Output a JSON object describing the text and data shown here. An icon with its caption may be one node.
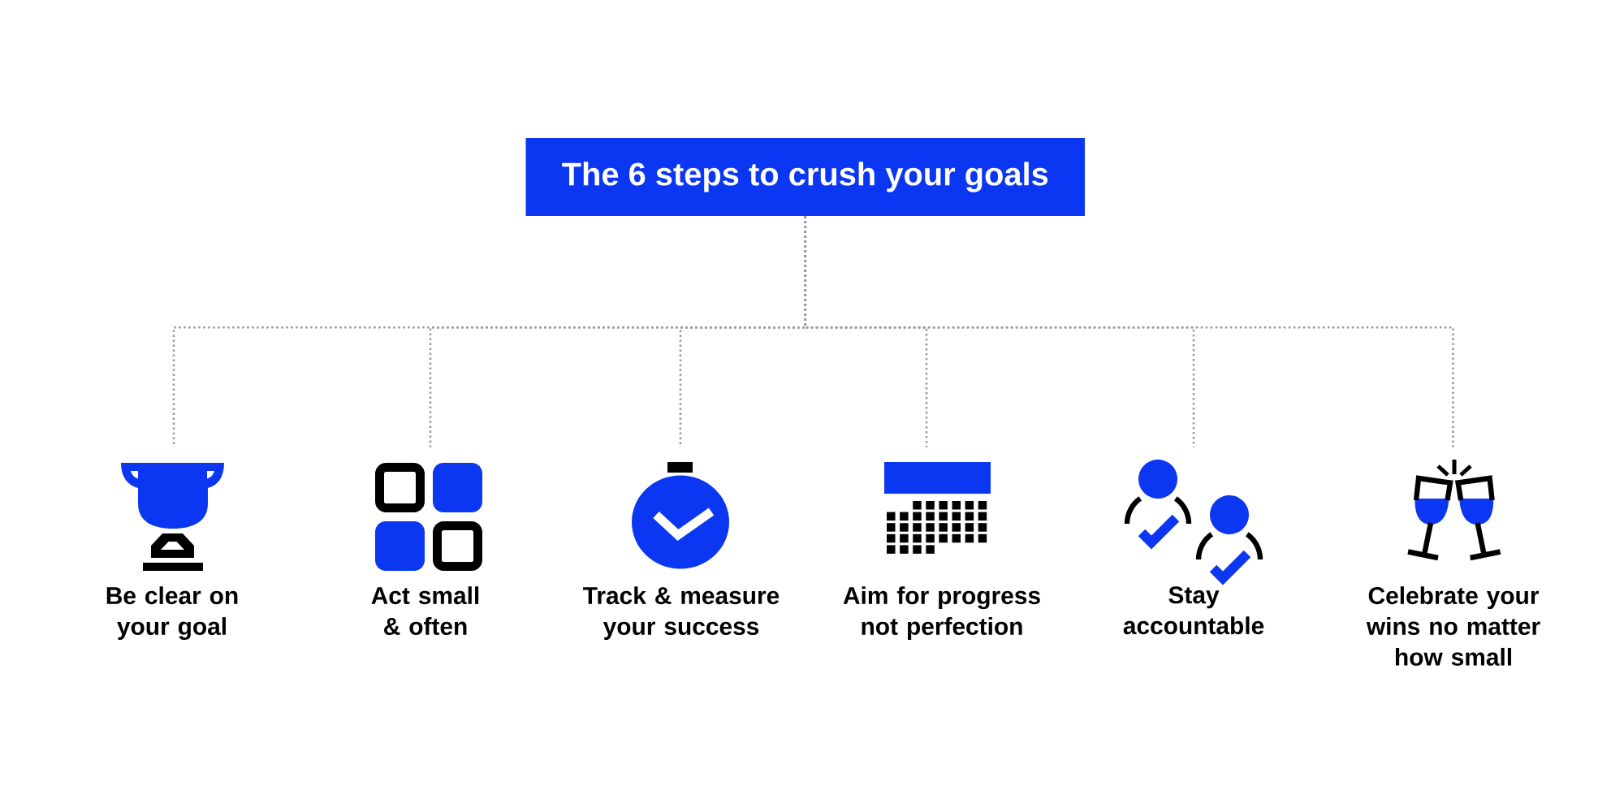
{
  "diagram": {
    "nodes": [
      {
        "text": [
          "The 6 steps to crush your goals"
        ]
      },
      {
        "text": [],
        "shape": "picture",
        "beside": [
          "Be clear on your goal"
        ]
      },
      {
        "text": [],
        "shape": "picture",
        "beside": [
          "Act small & often"
        ]
      },
      {
        "text": [],
        "shape": "picture",
        "beside": [
          "Track & measure your success"
        ]
      },
      {
        "text": [],
        "shape": "picture",
        "beside": [
          "Aim for progress not perfection"
        ]
      },
      {
        "text": [],
        "shape": "picture",
        "beside": [
          "Stay accountable"
        ]
      },
      {
        "text": [],
        "shape": "picture",
        "beside": [
          "Celebrate your wins no matter how small"
        ]
      }
    ],
    "edges": [
      {
        "from": 0,
        "to": 1,
        "arrow": "none",
        "style": "dashed"
      },
      {
        "from": 0,
        "to": 2,
        "arrow": "none",
        "style": "dashed"
      },
      {
        "from": 0,
        "to": 3,
        "arrow": "none",
        "style": "dashed"
      },
      {
        "from": 0,
        "to": 4,
        "arrow": "none",
        "style": "dashed"
      },
      {
        "from": 0,
        "to": 5,
        "arrow": "none",
        "style": "dashed"
      },
      {
        "from": 0,
        "to": 6,
        "arrow": "none",
        "style": "dashed"
      }
    ]
  }
}
